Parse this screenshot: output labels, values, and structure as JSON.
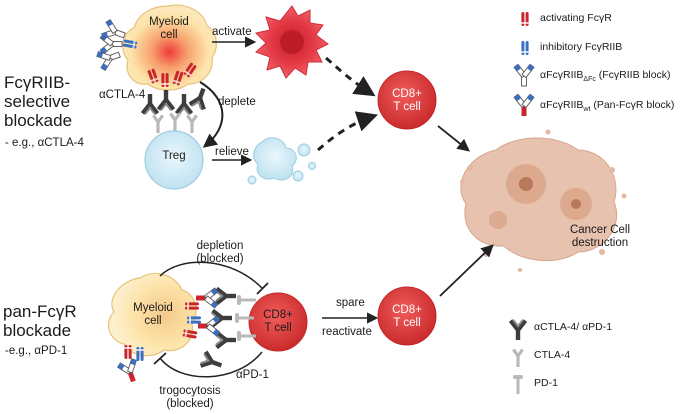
{
  "panels": {
    "top": {
      "title": "FcγRIIB-\nselective\nblockade",
      "example": "- e.g., αCTLA-4",
      "myeloid_label": "Myeloid\ncell",
      "treg_label": "Treg",
      "cd8_label": "CD8+\nT cell",
      "activate_label": "activate",
      "deplete_label": "deplete",
      "relieve_label": "relieve",
      "antibody_label": "αCTLA-4"
    },
    "bottom": {
      "title": "pan-FcγR\nblockade",
      "example": "-e.g., αPD-1",
      "myeloid_label": "Myeloid\ncell",
      "cd8_label_attached": "CD8+\nT cell",
      "cd8_label": "CD8+\nT cell",
      "depletion_label": "depletion\n(blocked)",
      "trogocytosis_label": "trogocytosis\n(blocked)",
      "spare_label": "spare",
      "reactivate_label": "reactivate",
      "antibody_label": "αPD-1"
    }
  },
  "outcome": {
    "label": "Cancer Cell\ndestruction"
  },
  "legend": {
    "receptors": [
      {
        "icon": "activating-fcgr-icon",
        "text": "activating FcγR",
        "color": "#c8262c"
      },
      {
        "icon": "inhibitory-fcgriib-icon",
        "text": "inhibitory FcγRIIB",
        "color": "#3b6fc1"
      }
    ],
    "blockers": [
      {
        "icon": "fcgriib-block-antibody-icon",
        "prefix": "αFcγRIIB",
        "sub": "ΔFc",
        "suffix": " (FcγRIIB block)"
      },
      {
        "icon": "pan-fcgr-block-antibody-icon",
        "prefix": "αFcγRIIB",
        "sub": "wt",
        "suffix": " (Pan-FcγR block)"
      }
    ],
    "molecules": [
      {
        "icon": "checkpoint-antibody-icon",
        "text": "αCTLA-4/ αPD-1"
      },
      {
        "icon": "ctla4-icon",
        "text": "CTLA-4"
      },
      {
        "icon": "pd1-icon",
        "text": "PD-1"
      }
    ]
  },
  "colors": {
    "myeloid_fill": "#fde3a8",
    "myeloid_center": "#ef3b3b",
    "treg_fill": "#d6eef8",
    "cd8_fill": "#e43c3c",
    "activated_dc_fill": "#ee4a4f",
    "relieved_treg_fill": "#cfe7f2",
    "cancer_fill": "#e2b9a3",
    "antibody_dark": "#3d3d3d",
    "activating_red": "#c8262c",
    "inhibitory_blue": "#3b6fc1"
  }
}
